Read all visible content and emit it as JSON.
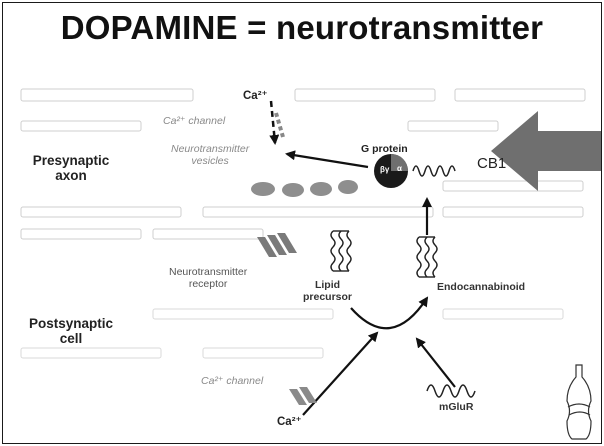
{
  "diagram": {
    "title": "DOPAMINE = neurotransmitter",
    "labels": {
      "presynaptic": "Presynaptic",
      "axon": "axon",
      "postsynaptic": "Postsynaptic",
      "cell": "cell",
      "ca_top": "Ca²⁺",
      "ca_bottom": "Ca²⁺",
      "ca_channel_top": "Ca²⁺ channel",
      "ca_channel_bottom": "Ca²⁺ channel",
      "g_protein": "G protein",
      "cb1": "CB1",
      "nt_vesicles_1": "Neurotransmitter",
      "nt_vesicles_2": "vesicles",
      "nt_receptor_1": "Neurotransmitter",
      "nt_receptor_2": "receptor",
      "lipid_1": "Lipid",
      "lipid_2": "precursor",
      "endocannabinoid": "Endocannabinoid",
      "mglur": "mGluR",
      "g_beta": "βγ",
      "g_alpha": "α"
    },
    "colors": {
      "big_arrow": "#6f6f6f",
      "text": "#222222",
      "faint": "#b8b8b8"
    },
    "icons": [
      "soda-bottle-icon"
    ]
  }
}
